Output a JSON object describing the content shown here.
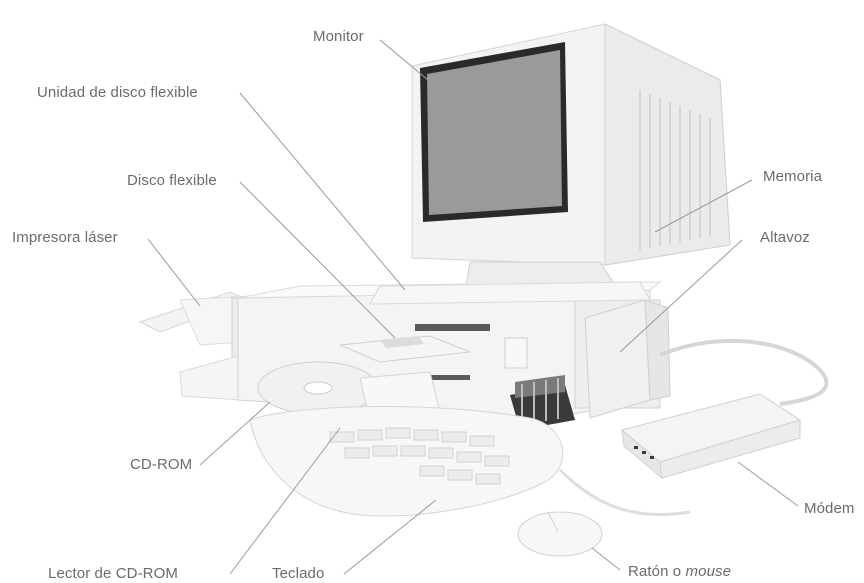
{
  "labels": {
    "monitor": "Monitor",
    "unidad_disco": "Unidad de disco flexible",
    "disco_flexible": "Disco flexible",
    "impresora": "Impresora láser",
    "memoria": "Memoria",
    "altavoz": "Altavoz",
    "cdrom": "CD-ROM",
    "modem": "Módem",
    "lector_cdrom": "Lector de CD-ROM",
    "teclado": "Teclado",
    "raton": "Ratón o",
    "raton_mouse": "mouse"
  },
  "colors": {
    "label_text": "#6b6b6b",
    "leader_line": "#9a9a9a",
    "screen": "#9a9a9a",
    "screen_bezel": "#2a2a2a",
    "case": "#f1f1f1",
    "case_edge": "#cfcfcf"
  }
}
